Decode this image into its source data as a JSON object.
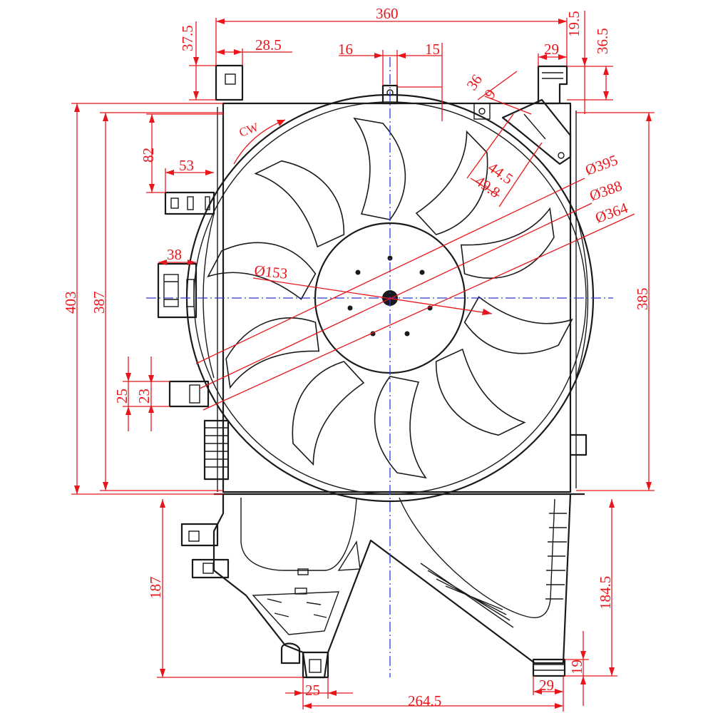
{
  "rotation_label": "CW",
  "dimensions": {
    "overall_width": "360",
    "right_top_offset": "19.5",
    "left_tab_height": "37.5",
    "left_tab_offset": "28.5",
    "top_clip_left": "16",
    "top_clip_right": "15",
    "right_clip_width": "29",
    "right_tab_height": "36.5",
    "connector_width": "36",
    "connector_small": "9",
    "connector_depth_1": "44.5",
    "connector_depth_2": "49.8",
    "left_clip_height": "82",
    "left_clip_offset": "53",
    "side_tab_width": "38",
    "shroud_dia": "Ø395",
    "ring_dia": "Ø388",
    "fan_dia": "Ø364",
    "hub_dia": "Ø153",
    "overall_height": "403",
    "frame_height_left": "387",
    "frame_height_right": "385",
    "lower_clip_outer": "25",
    "lower_clip_inner": "23",
    "bottom_height_left": "187",
    "bottom_height_right": "184.5",
    "bottom_foot_height": "19",
    "bottom_foot_left": "25",
    "bottom_span": "264.5",
    "bottom_foot_right": "29"
  },
  "colors": {
    "outline": "#1a1a1a",
    "dimension": "#e8161b",
    "centerline": "#2b3bd6"
  }
}
